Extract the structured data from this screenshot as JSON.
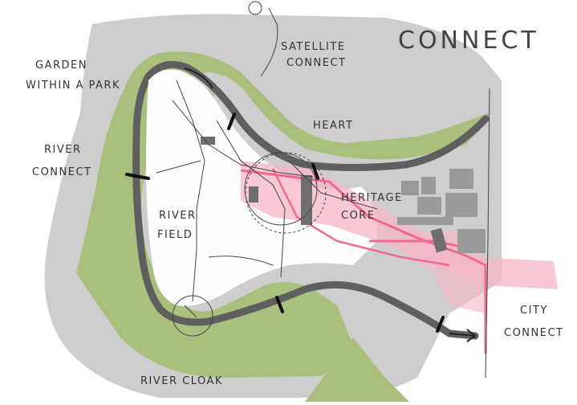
{
  "diagram": {
    "title": "CONNECT",
    "labels": {
      "garden": [
        "GARDEN",
        "WITHIN A PARK"
      ],
      "satellite": [
        "SATELLITE",
        "CONNECT"
      ],
      "heart": "HEART",
      "river_connect": [
        "RIVER",
        "CONNECT"
      ],
      "heritage": [
        "HERITAGE",
        "CORE"
      ],
      "river_field": [
        "RIVER",
        "FIELD"
      ],
      "city_connect": [
        "CITY",
        "CONNECT"
      ],
      "river_cloak": "RIVER CLOAK"
    },
    "colors": {
      "gray_wash": "#cfcfcf",
      "green": "#a9c07c",
      "river": "#5f5f5f",
      "pink": "#f06a8e",
      "pink_light": "#f6b6c7",
      "block_gray": "#7e7e7e"
    }
  }
}
